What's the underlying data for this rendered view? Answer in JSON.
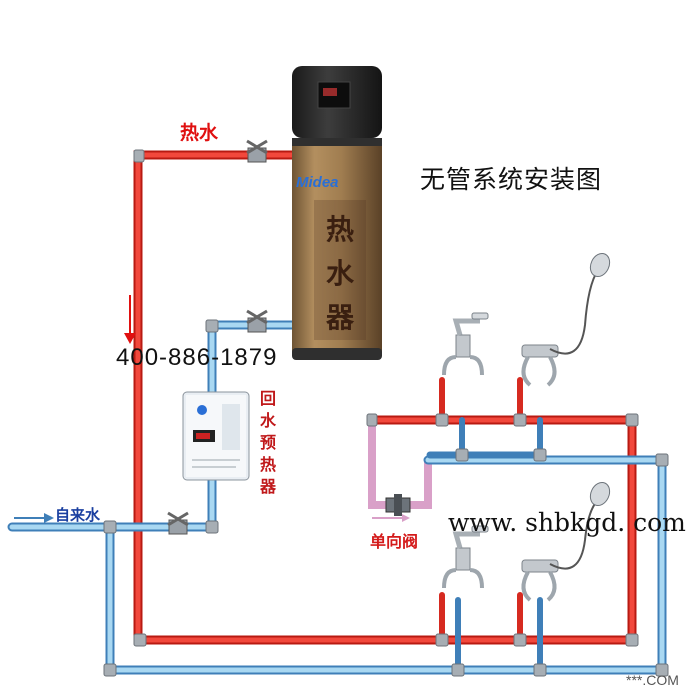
{
  "labels": {
    "hot_water": "热水",
    "title": "无管系统安装图",
    "phone": "400-886-1879",
    "cold_water": "自来水",
    "check_valve": "单向阀",
    "website": "www. shbkgd. com",
    "watermark": "***.COM"
  },
  "preheater": {
    "vertical_label": [
      "回",
      "水",
      "预",
      "热",
      "器"
    ]
  },
  "tank": {
    "characters": [
      "热",
      "水",
      "器"
    ],
    "brand": "Midea"
  },
  "colors": {
    "hot_pipe": "#e8261c",
    "cold_pipe": "#8ec6e8",
    "cold_pipe_dark": "#3f7fb8",
    "fitting": "#9ea6ad",
    "tank_body": "#9b7a4e",
    "tank_top": "#2b2b2b"
  },
  "icons": {
    "shower": "shower-head-icon",
    "faucet": "faucet-icon",
    "valve": "valve-icon",
    "arrow": "flow-arrow-icon"
  }
}
